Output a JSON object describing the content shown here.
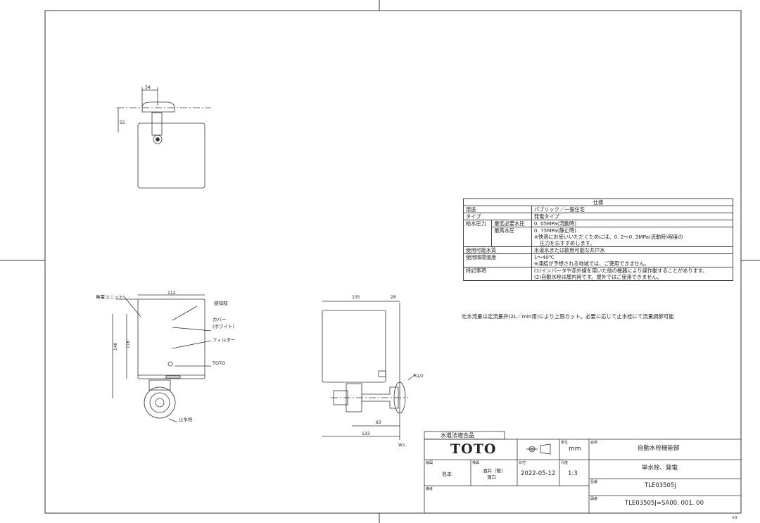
{
  "spec": {
    "header": "仕様",
    "rows": {
      "use_label": "用途",
      "use_value": "パブリック／一般住宅",
      "type_label": "タイプ",
      "type_value": "発電タイプ",
      "pressure_label": "給水圧力",
      "min_label": "最低必要水圧",
      "min_value": "0. 05MPa(流動時)",
      "max_label": "最高水圧",
      "max_value": "0. 75MPa(静止時)",
      "max_note1": "※快適にお使いいただくためには、0. 2～0. 3MPa(流動時)程度の",
      "max_note2": "圧力をおすすめします。",
      "water_label": "使用可能水質",
      "water_value": "水道水または飲用可能な井戸水",
      "env_label": "使用環境温度",
      "env_value": "1～40℃",
      "env_note": "※凍結が予想される地域では、ご使用できません。",
      "special_label": "特記事項",
      "special_1": "(1)インバータや赤外線を用いた他の機器により誤作動することがあります。",
      "special_2": "(2)自動水栓は屋内用です。屋外ではご使用できません。"
    },
    "note": "吐水流量は定流量弁(2L／min用)により上限カット。必要に応じて止水栓にて流量調節可能"
  },
  "labels": {
    "dim_34": "34",
    "dim_55": "55",
    "generator": "発電ユニット",
    "dim_112": "112",
    "sensor": "感知部",
    "cover": "カバー",
    "white": "(ホワイト)",
    "filter": "フィルター",
    "toto": "TOTO",
    "dim_140": "140",
    "dim_116": "116",
    "stop_valve": "止水栓",
    "dim_105": "105",
    "dim_28": "28",
    "r12": "R1/2",
    "dim_83": "83",
    "dim_133": "133",
    "wl": "W.L"
  },
  "title_block": {
    "standard": "水道法適合品",
    "logo": "TOTO",
    "unit_label": "単位",
    "unit": "mm",
    "name_label": "名称",
    "name": "自動水栓機能部",
    "subname": "単水栓、発電",
    "drawn_label": "製図",
    "drawn": "島本",
    "checked_label": "検図",
    "checked": "酒井（敬）",
    "checked2": "濱口",
    "date_label": "日付",
    "date": "2022-05-12",
    "scale_label": "尺度",
    "scale": "1:3",
    "model_label": "品番",
    "model": "TLE03505J",
    "remarks_label": "備考",
    "drawing_no_label": "図番",
    "drawing_no": "TLE03505J=SA00. 001. 00"
  },
  "page_mark": "※3"
}
